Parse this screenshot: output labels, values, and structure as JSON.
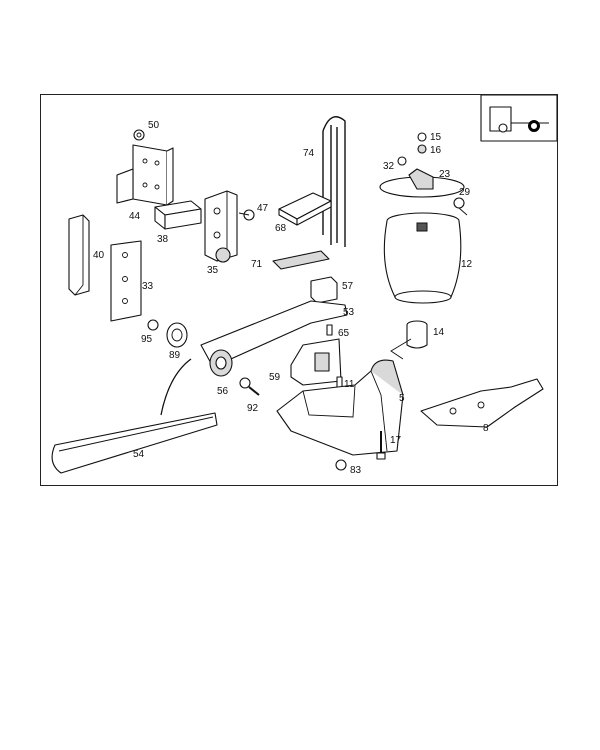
{
  "labels": [
    "50",
    "44",
    "38",
    "35",
    "47",
    "74",
    "68",
    "71",
    "15",
    "16",
    "32",
    "23",
    "29",
    "12",
    "40",
    "33",
    "57",
    "53",
    "95",
    "89",
    "65",
    "14",
    "59",
    "56",
    "11",
    "5",
    "92",
    "8",
    "17",
    "54",
    "83"
  ]
}
